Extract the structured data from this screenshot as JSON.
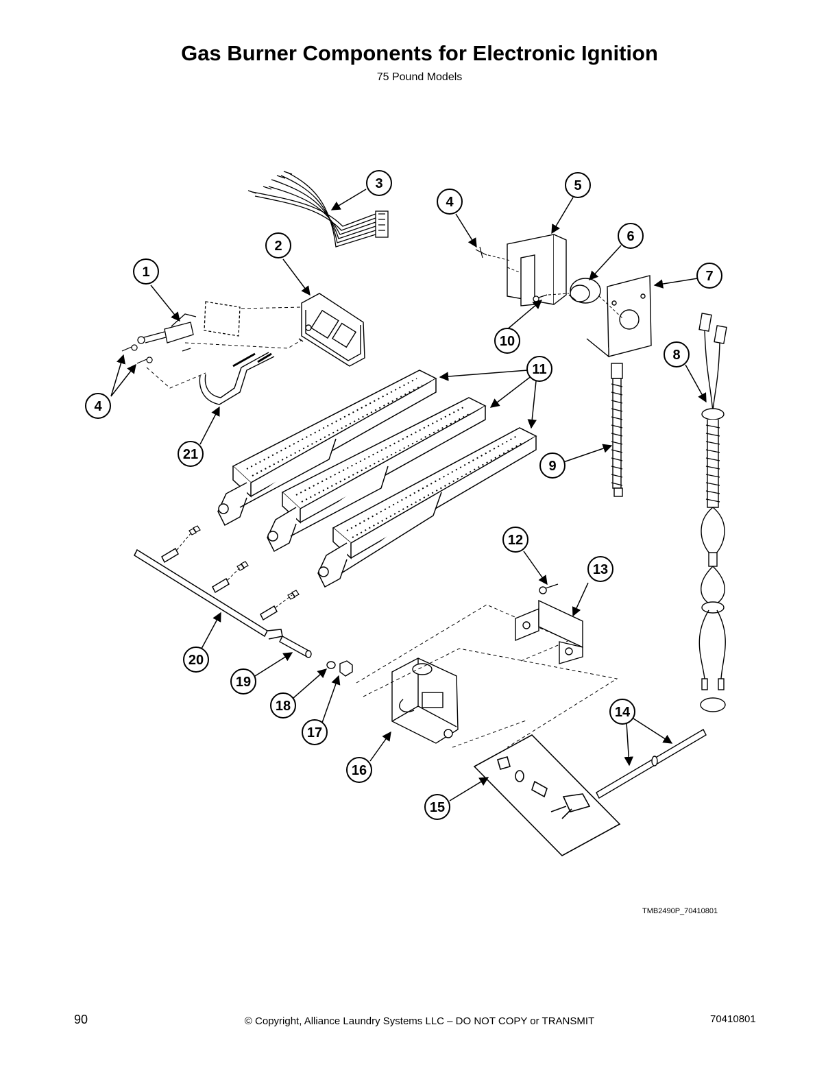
{
  "header": {
    "title": "Gas Burner Components for Electronic Ignition",
    "subtitle": "75 Pound Models"
  },
  "diagram": {
    "reference_code": "TMB2490P_70410801",
    "callouts": [
      "1",
      "2",
      "3",
      "4",
      "5",
      "6",
      "7",
      "8",
      "9",
      "10",
      "11",
      "12",
      "13",
      "14",
      "15",
      "16",
      "17",
      "18",
      "19",
      "20",
      "21"
    ]
  },
  "footer": {
    "page_number": "90",
    "copyright": "© Copyright, Alliance Laundry Systems LLC – DO NOT COPY or TRANSMIT",
    "document_number": "70410801"
  }
}
